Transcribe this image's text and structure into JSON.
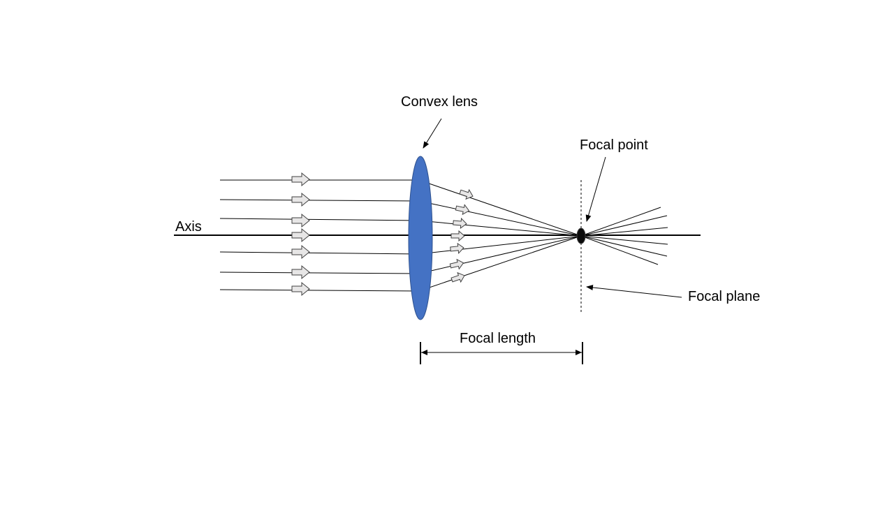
{
  "labels": {
    "convex_lens": "Convex lens",
    "focal_point": "Focal point",
    "axis": "Axis",
    "focal_plane": "Focal plane",
    "focal_length": "Focal length"
  },
  "colors": {
    "lens_fill": "#4472c4",
    "lens_stroke": "#2f528f",
    "arrow_fill": "#e7e6e6",
    "line": "#000000",
    "focal_point_fill": "#0b0b0b"
  },
  "icons": {
    "ray_arrow": "block-right-arrow",
    "focal_point": "filled-ellipse",
    "lens": "blue-ellipse"
  },
  "rays": {
    "incoming_count": 7,
    "outgoing_count": 6
  }
}
